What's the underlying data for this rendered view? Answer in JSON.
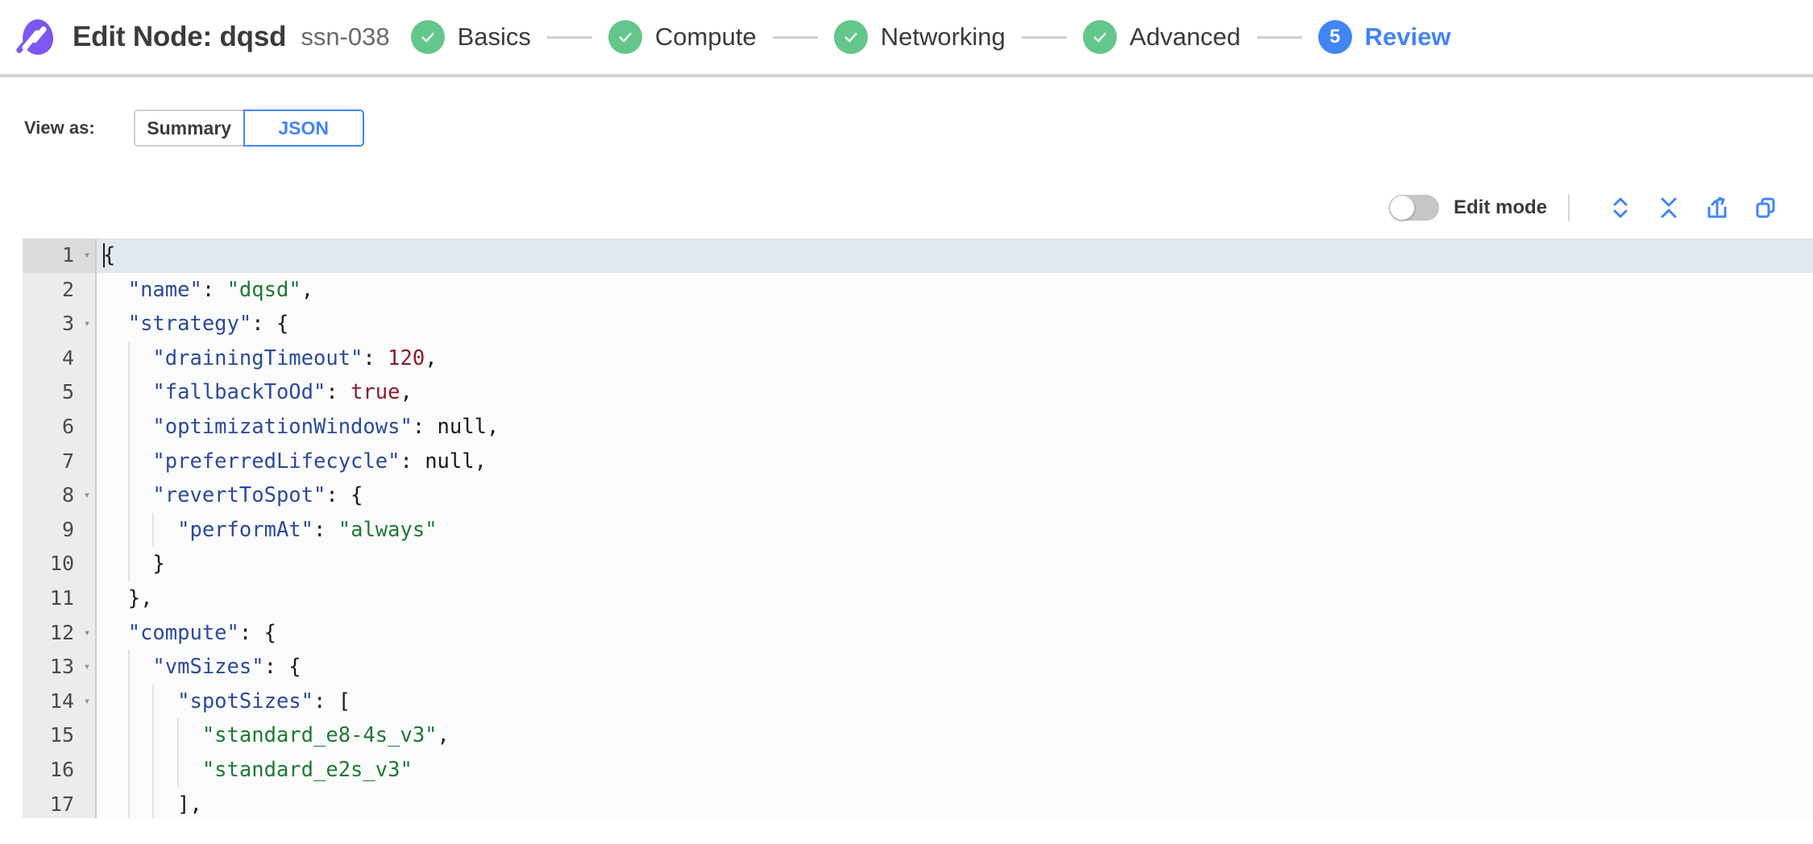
{
  "header": {
    "logo_icon": "spot-logo-icon",
    "title": "Edit Node: dqsd",
    "subtitle": "ssn-038",
    "steps": [
      {
        "label": "Basics",
        "state": "done",
        "marker": "check"
      },
      {
        "label": "Compute",
        "state": "done",
        "marker": "check"
      },
      {
        "label": "Networking",
        "state": "done",
        "marker": "check"
      },
      {
        "label": "Advanced",
        "state": "done",
        "marker": "check"
      },
      {
        "label": "Review",
        "state": "active",
        "marker": "5"
      }
    ]
  },
  "view_as": {
    "label": "View as:",
    "options": [
      "Summary",
      "JSON"
    ],
    "selected": "JSON"
  },
  "editor_toolbar": {
    "edit_mode_label": "Edit mode",
    "edit_mode_on": false,
    "icons": [
      {
        "name": "expand-all-icon",
        "title": "Expand all"
      },
      {
        "name": "collapse-all-icon",
        "title": "Collapse all"
      },
      {
        "name": "export-icon",
        "title": "Export"
      },
      {
        "name": "copy-icon",
        "title": "Copy"
      }
    ]
  },
  "json_editor": {
    "active_line": 1,
    "lines": [
      {
        "num": "1",
        "fold": true,
        "indent": 0,
        "tokens": [
          {
            "t": "caret"
          },
          {
            "t": "p",
            "v": "{"
          }
        ]
      },
      {
        "num": "2",
        "fold": false,
        "indent": 1,
        "tokens": [
          {
            "t": "k",
            "v": "\"name\""
          },
          {
            "t": "p",
            "v": ": "
          },
          {
            "t": "s",
            "v": "\"dqsd\""
          },
          {
            "t": "p",
            "v": ","
          }
        ]
      },
      {
        "num": "3",
        "fold": true,
        "indent": 1,
        "tokens": [
          {
            "t": "k",
            "v": "\"strategy\""
          },
          {
            "t": "p",
            "v": ": {"
          }
        ]
      },
      {
        "num": "4",
        "fold": false,
        "indent": 2,
        "tokens": [
          {
            "t": "k",
            "v": "\"drainingTimeout\""
          },
          {
            "t": "p",
            "v": ": "
          },
          {
            "t": "n",
            "v": "120"
          },
          {
            "t": "p",
            "v": ","
          }
        ]
      },
      {
        "num": "5",
        "fold": false,
        "indent": 2,
        "tokens": [
          {
            "t": "k",
            "v": "\"fallbackToOd\""
          },
          {
            "t": "p",
            "v": ": "
          },
          {
            "t": "n",
            "v": "true"
          },
          {
            "t": "p",
            "v": ","
          }
        ]
      },
      {
        "num": "6",
        "fold": false,
        "indent": 2,
        "tokens": [
          {
            "t": "k",
            "v": "\"optimizationWindows\""
          },
          {
            "t": "p",
            "v": ": "
          },
          {
            "t": "p",
            "v": "null"
          },
          {
            "t": "p",
            "v": ","
          }
        ]
      },
      {
        "num": "7",
        "fold": false,
        "indent": 2,
        "tokens": [
          {
            "t": "k",
            "v": "\"preferredLifecycle\""
          },
          {
            "t": "p",
            "v": ": "
          },
          {
            "t": "p",
            "v": "null"
          },
          {
            "t": "p",
            "v": ","
          }
        ]
      },
      {
        "num": "8",
        "fold": true,
        "indent": 2,
        "tokens": [
          {
            "t": "k",
            "v": "\"revertToSpot\""
          },
          {
            "t": "p",
            "v": ": {"
          }
        ]
      },
      {
        "num": "9",
        "fold": false,
        "indent": 3,
        "tokens": [
          {
            "t": "k",
            "v": "\"performAt\""
          },
          {
            "t": "p",
            "v": ": "
          },
          {
            "t": "s",
            "v": "\"always\""
          }
        ]
      },
      {
        "num": "10",
        "fold": false,
        "indent": 2,
        "tokens": [
          {
            "t": "p",
            "v": "}"
          }
        ]
      },
      {
        "num": "11",
        "fold": false,
        "indent": 1,
        "tokens": [
          {
            "t": "p",
            "v": "},"
          }
        ]
      },
      {
        "num": "12",
        "fold": true,
        "indent": 1,
        "tokens": [
          {
            "t": "k",
            "v": "\"compute\""
          },
          {
            "t": "p",
            "v": ": {"
          }
        ]
      },
      {
        "num": "13",
        "fold": true,
        "indent": 2,
        "tokens": [
          {
            "t": "k",
            "v": "\"vmSizes\""
          },
          {
            "t": "p",
            "v": ": {"
          }
        ]
      },
      {
        "num": "14",
        "fold": true,
        "indent": 3,
        "tokens": [
          {
            "t": "k",
            "v": "\"spotSizes\""
          },
          {
            "t": "p",
            "v": ": ["
          }
        ]
      },
      {
        "num": "15",
        "fold": false,
        "indent": 4,
        "tokens": [
          {
            "t": "s",
            "v": "\"standard_e8-4s_v3\""
          },
          {
            "t": "p",
            "v": ","
          }
        ]
      },
      {
        "num": "16",
        "fold": false,
        "indent": 4,
        "tokens": [
          {
            "t": "s",
            "v": "\"standard_e2s_v3\""
          }
        ]
      },
      {
        "num": "17",
        "fold": false,
        "indent": 3,
        "tokens": [
          {
            "t": "p",
            "v": "],"
          }
        ]
      }
    ]
  },
  "colors": {
    "brand_purple": "#7f56f0",
    "accent_blue": "#4285f4",
    "step_green": "#63c68b",
    "json_key": "#2b4a9b",
    "json_string": "#1f7a35",
    "json_number": "#8b1a2b",
    "active_line_bg": "#e2e8f0"
  }
}
